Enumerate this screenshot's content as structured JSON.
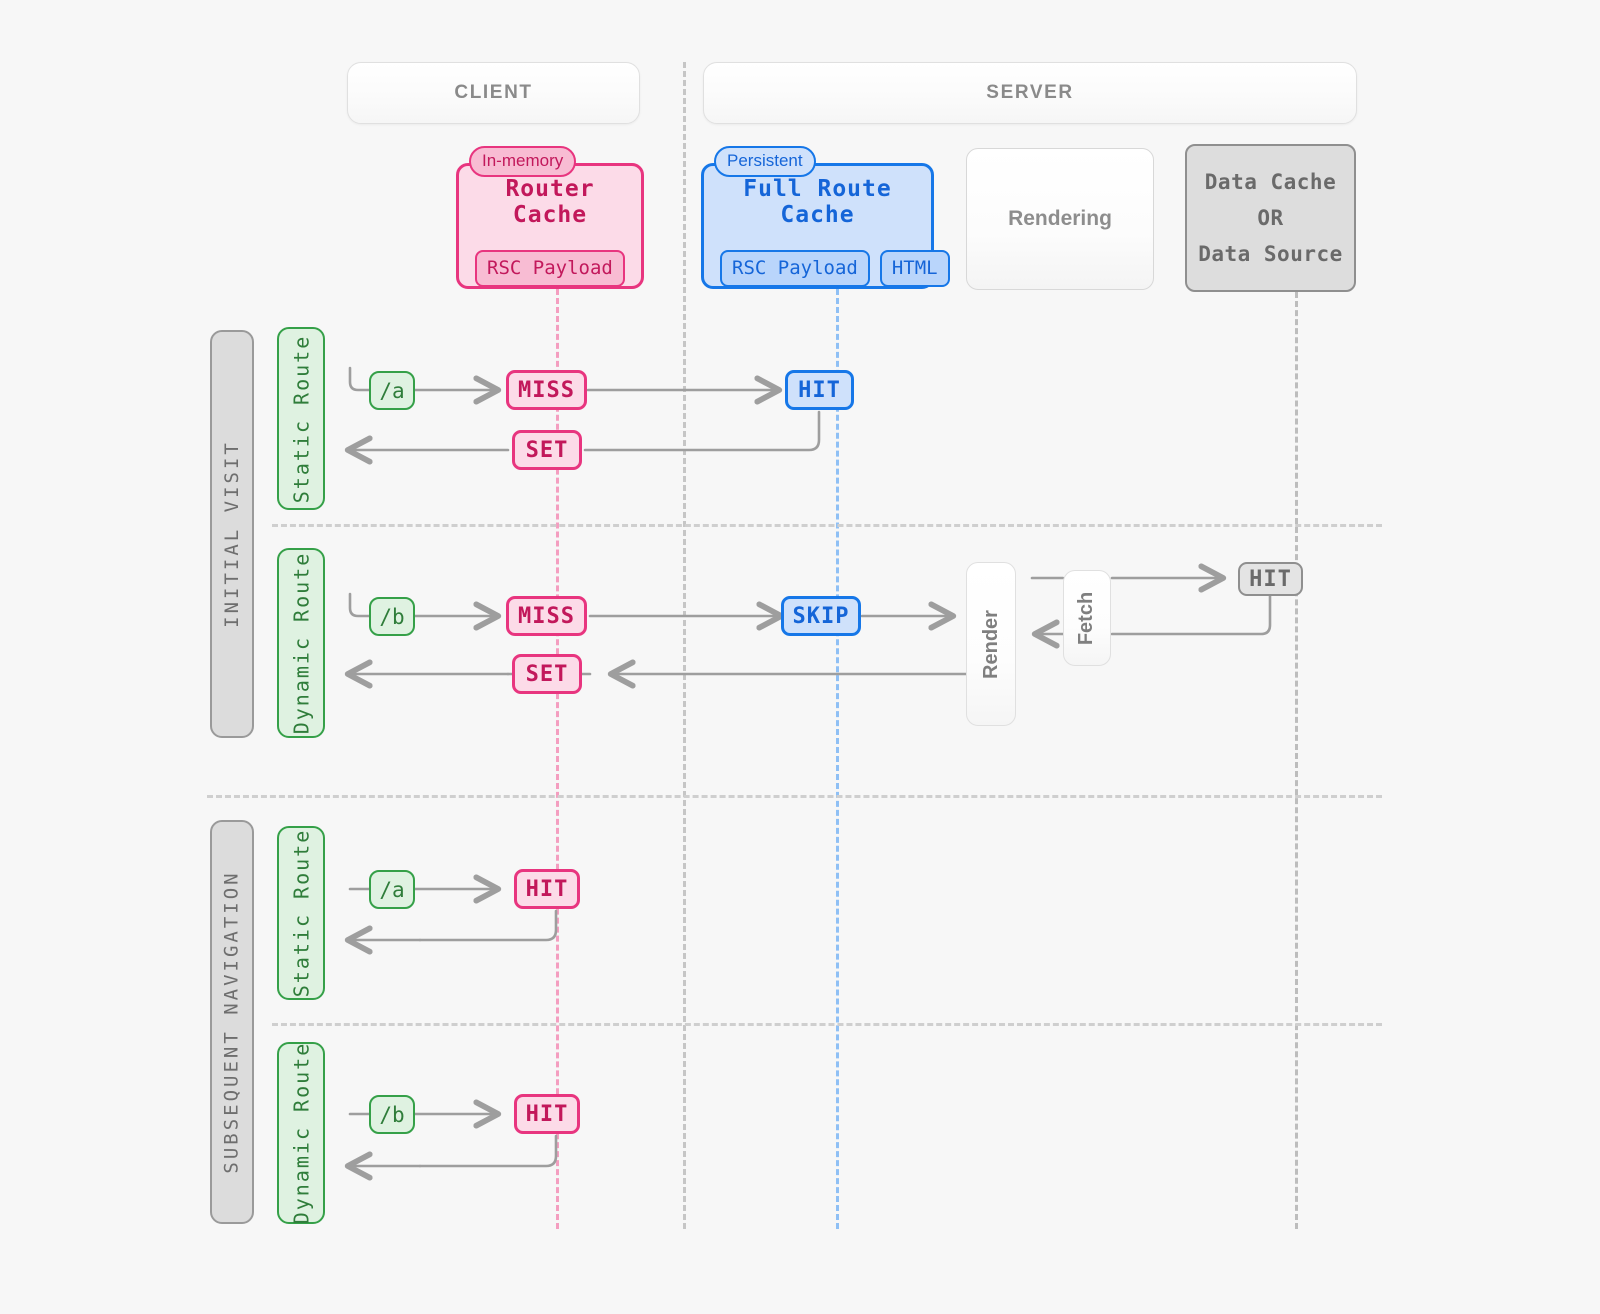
{
  "header": {
    "client_label": "CLIENT",
    "server_label": "SERVER"
  },
  "caches": {
    "router": {
      "tag": "In-memory",
      "title": "Router Cache",
      "chips": [
        "RSC Payload"
      ]
    },
    "full_route": {
      "tag": "Persistent",
      "title": "Full Route Cache",
      "chips": [
        "RSC Payload",
        "HTML"
      ]
    },
    "rendering": {
      "title": "Rendering"
    },
    "data": {
      "line1": "Data Cache",
      "line2": "OR",
      "line3": "Data Source"
    }
  },
  "sections": [
    {
      "label": "INITIAL VISIT"
    },
    {
      "label": "SUBSEQUENT NAVIGATION"
    }
  ],
  "rows": [
    {
      "route_label": "Static Route",
      "request": "/a",
      "router_status": "MISS",
      "router_return": "SET",
      "full_route_status": "HIT"
    },
    {
      "route_label": "Dynamic Route",
      "request": "/b",
      "router_status": "MISS",
      "router_return": "SET",
      "full_route_status": "SKIP",
      "render_label": "Render",
      "fetch_label": "Fetch",
      "data_status": "HIT"
    },
    {
      "route_label": "Static Route",
      "request": "/a",
      "router_status": "HIT"
    },
    {
      "route_label": "Dynamic Route",
      "request": "/b",
      "router_status": "HIT"
    }
  ],
  "colors": {
    "pink": "#e8357f",
    "pink_text": "#c2185b",
    "pink_fill": "#fcdbe8",
    "blue": "#1677e8",
    "blue_text": "#1565d8",
    "blue_fill": "#cfe1fb",
    "green": "#35a048",
    "green_text": "#2f7d3a",
    "green_fill": "#dff2e1",
    "grey_border": "#8f8f8f",
    "grey_fill": "#dddddd",
    "wire": "#9e9e9e",
    "background": "#f7f7f7"
  }
}
